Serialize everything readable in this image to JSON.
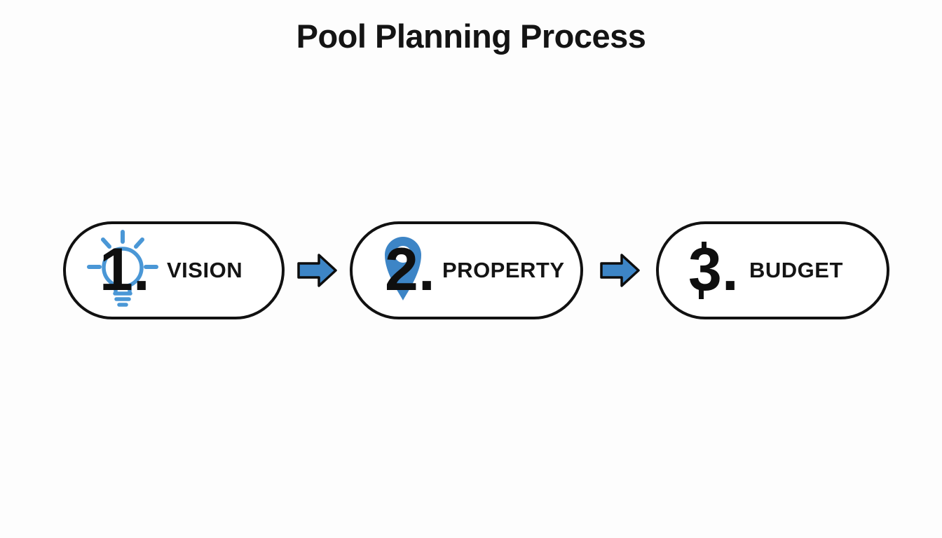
{
  "title": "Pool Planning Process",
  "colors": {
    "arrow_blue": "#3d85c6",
    "bulb_blue": "#4a97d6",
    "pin_blue": "#3d85c6",
    "ink": "#111111",
    "background": "#fdfdfd"
  },
  "steps": [
    {
      "number": "1.",
      "label": "VISION",
      "icon": "lightbulb-icon"
    },
    {
      "number": "2.",
      "label": "PROPERTY",
      "icon": "map-pin-icon"
    },
    {
      "number": "3.",
      "label": "BUDGET",
      "icon": "dollar-sign-icon"
    }
  ],
  "connectors": [
    {
      "icon": "arrow-right-icon"
    },
    {
      "icon": "arrow-right-icon"
    }
  ]
}
